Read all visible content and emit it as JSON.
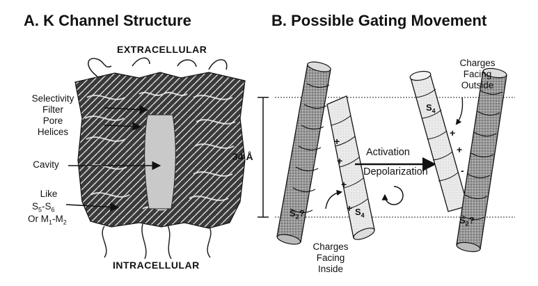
{
  "panel_a": {
    "title": "A. K Channel Structure",
    "top_label": "EXTRACELLULAR",
    "bottom_label": "INTRACELLULAR",
    "labels": {
      "selectivity": "Selectivity",
      "filter": "Filter",
      "pore": "Pore",
      "helices": "Helices",
      "cavity": "Cavity",
      "like": "Like",
      "s5": "S",
      "s5_sub": "5",
      "dash": "-S",
      "s6_sub": "6",
      "or_m": "Or M",
      "m1_sub": "1",
      "m_dash": "-M",
      "m2_sub": "2"
    },
    "dimension": "34 Å"
  },
  "panel_b": {
    "title": "B. Possible Gating Movement",
    "left": {
      "s2_label": "S",
      "s2_sub": "2",
      "s2_q": "?",
      "s4_label": "S",
      "s4_sub": "4",
      "caption": [
        "Charges",
        "Facing",
        "Inside"
      ]
    },
    "right": {
      "s4_label": "S",
      "s4_sub": "4",
      "s2_label": "S",
      "s2_sub": "2",
      "s2_q": "?",
      "caption": [
        "Charges",
        "Facing",
        "Outside"
      ]
    },
    "arrow_top": "Activation",
    "arrow_bottom": "Depolarization",
    "plus": "+",
    "minus": "-"
  }
}
